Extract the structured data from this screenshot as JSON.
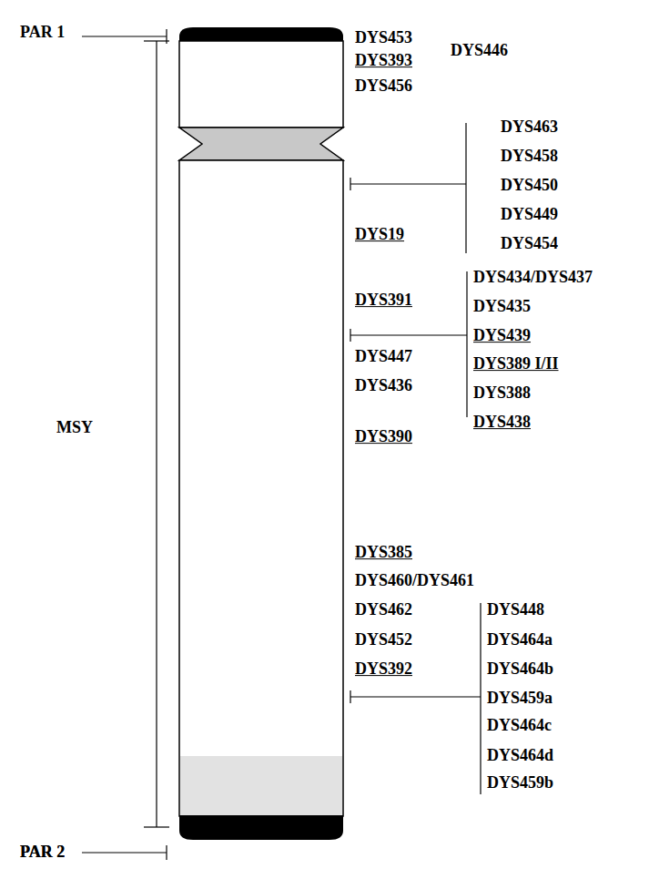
{
  "diagram": {
    "labels": [
      "PAR 1",
      "MSY",
      "PAR 2",
      "DYS453",
      "DYS393",
      "DYS446",
      "DYS456",
      "DYS463",
      "DYS458",
      "DYS450",
      "DYS449",
      "DYS454",
      "DYS19",
      "DYS434/DYS437",
      "DYS435",
      "DYS439",
      "DYS389 I/II",
      "DYS388",
      "DYS438",
      "DYS391",
      "DYS447",
      "DYS436",
      "DYS390",
      "DYS385",
      "DYS460/DYS461",
      "DYS462",
      "DYS452",
      "DYS392",
      "DYS448",
      "DYS464a",
      "DYS464b",
      "DYS459a",
      "DYS464c",
      "DYS464d",
      "DYS459b",
      "PAR 2"
    ]
  }
}
